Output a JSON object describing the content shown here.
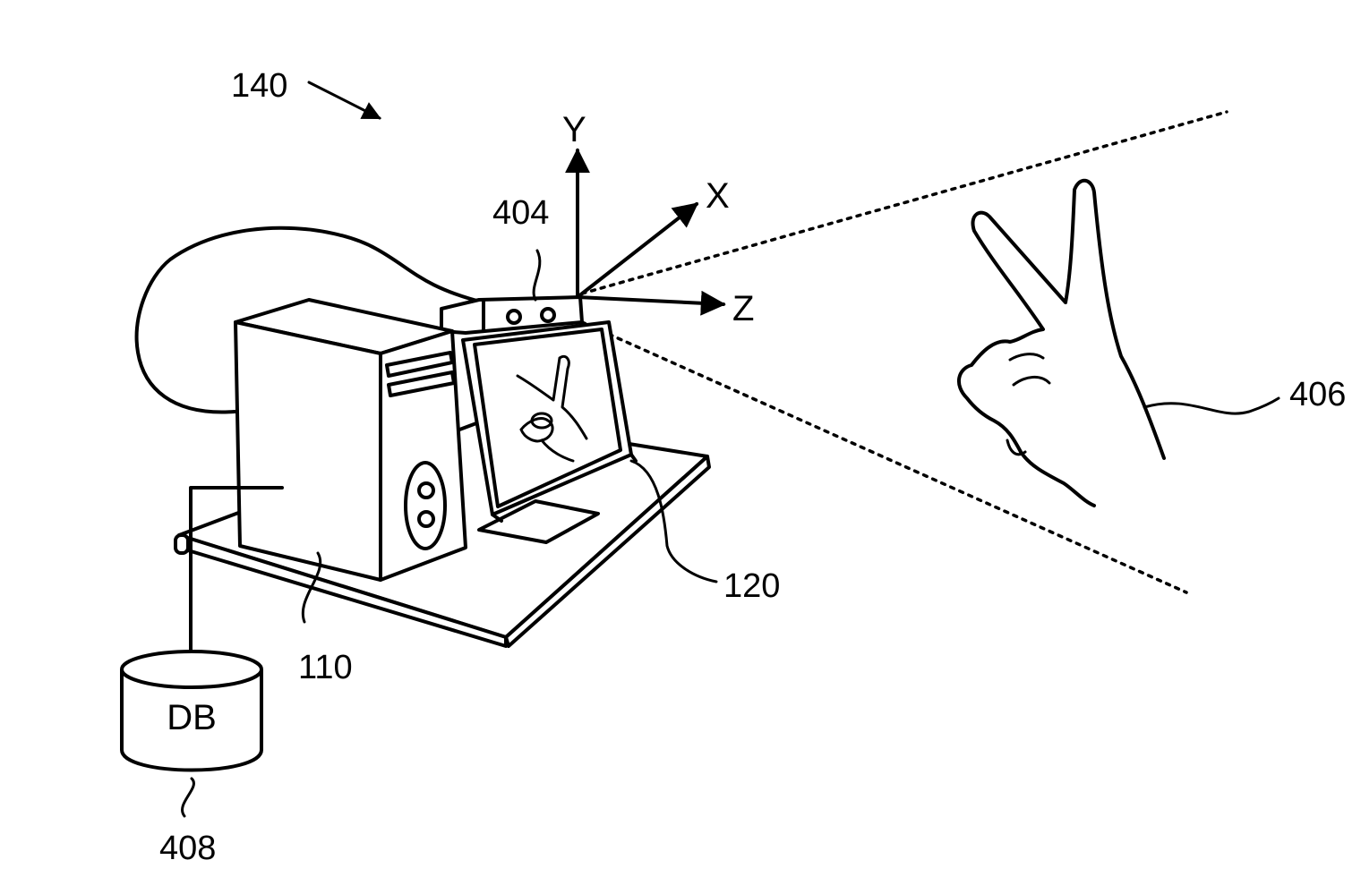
{
  "figure": {
    "labels": {
      "system": "140",
      "camera": "404",
      "hand": "406",
      "computer": "110",
      "display": "120",
      "database": "408",
      "db_text": "DB"
    },
    "axes": {
      "x": "X",
      "y": "Y",
      "z": "Z"
    }
  }
}
